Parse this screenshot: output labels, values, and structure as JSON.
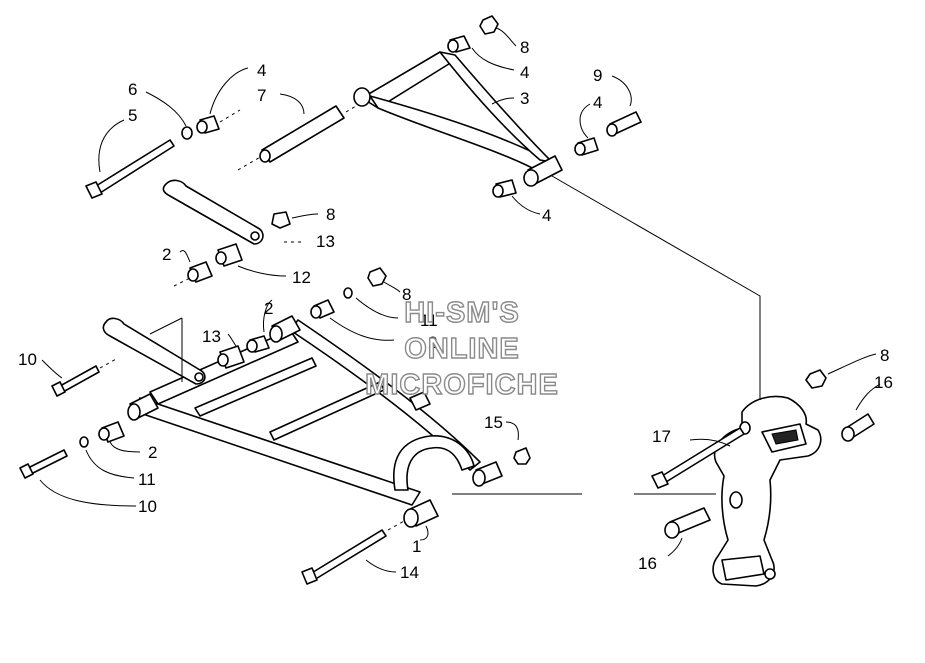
{
  "watermark": {
    "lines": [
      "HI-SM'S",
      "ONLINE",
      "MICROFICHE"
    ]
  },
  "callouts": [
    {
      "id": "c1",
      "label": "8"
    },
    {
      "id": "c2",
      "label": "4"
    },
    {
      "id": "c3",
      "label": "3"
    },
    {
      "id": "c4",
      "label": "9"
    },
    {
      "id": "c5",
      "label": "4"
    },
    {
      "id": "c6",
      "label": "4"
    },
    {
      "id": "c7",
      "label": "6"
    },
    {
      "id": "c8",
      "label": "5"
    },
    {
      "id": "c9",
      "label": "4"
    },
    {
      "id": "c10",
      "label": "7"
    },
    {
      "id": "c11",
      "label": "8"
    },
    {
      "id": "c12",
      "label": "13"
    },
    {
      "id": "c13",
      "label": "2"
    },
    {
      "id": "c14",
      "label": "12"
    },
    {
      "id": "c15",
      "label": "8"
    },
    {
      "id": "c16",
      "label": "11"
    },
    {
      "id": "c17",
      "label": "2"
    },
    {
      "id": "c18",
      "label": "2"
    },
    {
      "id": "c19",
      "label": "13"
    },
    {
      "id": "c20",
      "label": "10"
    },
    {
      "id": "c21",
      "label": "15"
    },
    {
      "id": "c22",
      "label": "2"
    },
    {
      "id": "c23",
      "label": "11"
    },
    {
      "id": "c24",
      "label": "10"
    },
    {
      "id": "c25",
      "label": "1"
    },
    {
      "id": "c26",
      "label": "14"
    },
    {
      "id": "c27",
      "label": "8"
    },
    {
      "id": "c28",
      "label": "16"
    },
    {
      "id": "c29",
      "label": "17"
    },
    {
      "id": "c30",
      "label": "16"
    }
  ]
}
